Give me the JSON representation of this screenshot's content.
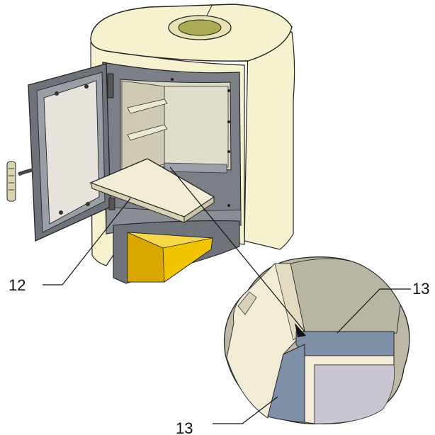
{
  "figure": {
    "callouts": [
      {
        "id": "baffle-plate",
        "label": "12"
      },
      {
        "id": "seal-upper",
        "label": "13"
      },
      {
        "id": "seal-lower",
        "label": "13"
      }
    ],
    "colors": {
      "stove_body": "#f6f1cf",
      "stove_body_shade": "#ebe6bf",
      "frame_gray": "#7b7f86",
      "frame_dark": "#4f535a",
      "glass": "#e8e2dc",
      "firebox_wall": "#d9d6c4",
      "baffle_plate": "#f2ecd6",
      "ash_drawer": "#f2c400",
      "seal_blue": "#7f8fa8",
      "handle": "#d8d4b0"
    }
  }
}
